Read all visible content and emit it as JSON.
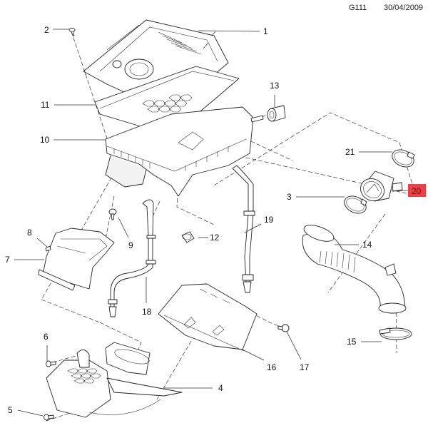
{
  "header": {
    "code": "G111",
    "date": "30/04/2009"
  },
  "diagram": {
    "title": "Air cleaner assembly exploded view",
    "highlight_color": "#e8414a",
    "highlighted_callout": "20",
    "callouts": [
      {
        "id": "1",
        "text": "1"
      },
      {
        "id": "2",
        "text": "2"
      },
      {
        "id": "3",
        "text": "3"
      },
      {
        "id": "4",
        "text": "4"
      },
      {
        "id": "5",
        "text": "5"
      },
      {
        "id": "6",
        "text": "6"
      },
      {
        "id": "7",
        "text": "7"
      },
      {
        "id": "8",
        "text": "8"
      },
      {
        "id": "9",
        "text": "9"
      },
      {
        "id": "10",
        "text": "10"
      },
      {
        "id": "11",
        "text": "11"
      },
      {
        "id": "12",
        "text": "12"
      },
      {
        "id": "13",
        "text": "13"
      },
      {
        "id": "14",
        "text": "14"
      },
      {
        "id": "15",
        "text": "15"
      },
      {
        "id": "16",
        "text": "16"
      },
      {
        "id": "17",
        "text": "17"
      },
      {
        "id": "18",
        "text": "18"
      },
      {
        "id": "19",
        "text": "19"
      },
      {
        "id": "20",
        "text": "20"
      },
      {
        "id": "21",
        "text": "21"
      }
    ]
  }
}
